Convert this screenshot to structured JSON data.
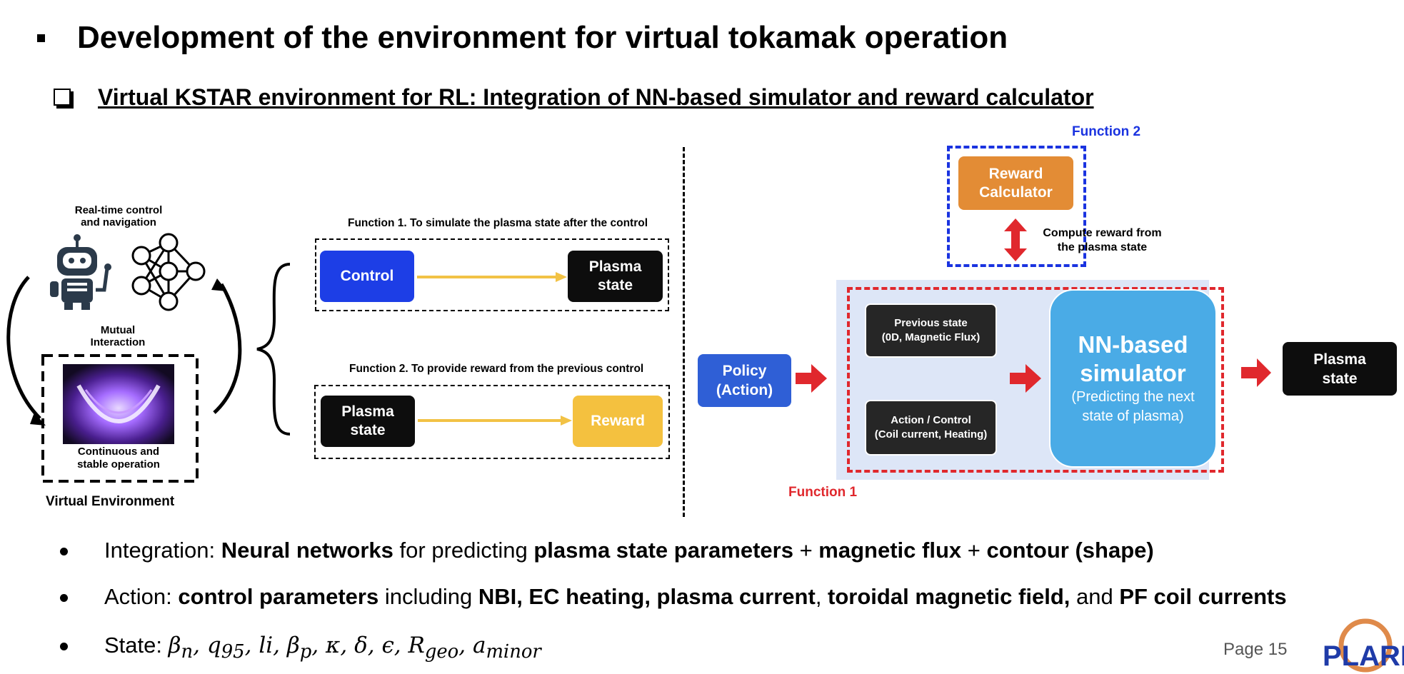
{
  "heading": {
    "title": "Development of the environment for virtual tokamak operation",
    "subtitle": "Virtual KSTAR environment for RL: Integration of NN-based simulator and reward calculator"
  },
  "left_panel": {
    "realtime_label_1": "Real-time control",
    "realtime_label_2": "and navigation",
    "mutual_1": "Mutual",
    "mutual_2": "Interaction",
    "continuous_1": "Continuous and",
    "continuous_2": "stable operation",
    "virtual_env": "Virtual Environment"
  },
  "functions": {
    "f1_caption": "Function 1. To simulate the plasma state after the control",
    "f1_control": "Control",
    "f1_plasma_1": "Plasma",
    "f1_plasma_2": "state",
    "f2_caption": "Function 2. To provide reward from the previous control",
    "f2_plasma_1": "Plasma",
    "f2_plasma_2": "state",
    "f2_reward": "Reward"
  },
  "right_diagram": {
    "function2_label": "Function 2",
    "reward_calc_1": "Reward",
    "reward_calc_2": "Calculator",
    "compute_1": "Compute reward from",
    "compute_2": "the plasma state",
    "policy_1": "Policy",
    "policy_2": "(Action)",
    "prev_state_1": "Previous state",
    "prev_state_2": "(0D, Magnetic Flux)",
    "action_1": "Action / Control",
    "action_2": "(Coil current, Heating)",
    "nn_1": "NN-based",
    "nn_2": "simulator",
    "nn_3": "(Predicting the next",
    "nn_4": "state of plasma)",
    "out_1": "Plasma",
    "out_2": "state",
    "function1_label": "Function 1"
  },
  "bullets": {
    "b1_a": "Integration: ",
    "b1_b": "Neural networks",
    "b1_c": " for predicting ",
    "b1_d": "plasma state parameters",
    "b1_e": " + ",
    "b1_f": "magnetic flux",
    "b1_g": " + ",
    "b1_h": "contour (shape)",
    "b2_a": "Action: ",
    "b2_b": "control parameters",
    "b2_c": " including ",
    "b2_d": "NBI, EC heating, plasma current",
    "b2_e": ", ",
    "b2_f": "toroidal magnetic field,",
    "b2_g": " and ",
    "b2_h": "PF coil currents",
    "b3_a": "State: ",
    "b3_b": "β",
    "b3_b_sub": "n",
    "b3_c": ", q",
    "b3_c_sub": "95",
    "b3_d": ", li, β",
    "b3_d_sub": "p",
    "b3_e": ", κ, δ, ϵ, R",
    "b3_e_sub": "geo",
    "b3_f": ", a",
    "b3_f_sub": "minor"
  },
  "footer": {
    "page": "Page 15",
    "logo": "PLARE"
  },
  "colors": {
    "control_blue": "#1d3ee6",
    "reward_yellow": "#f4c13f",
    "arrow_yellow": "#f2c245",
    "func2_blue": "#1a33e0",
    "func1_red": "#e0282d",
    "reward_orange": "#e38c35",
    "policy_blue": "#2f5fd6",
    "nn_blue": "#4aabe6",
    "panel_bg": "#dde6f7",
    "dark": "#222222"
  }
}
